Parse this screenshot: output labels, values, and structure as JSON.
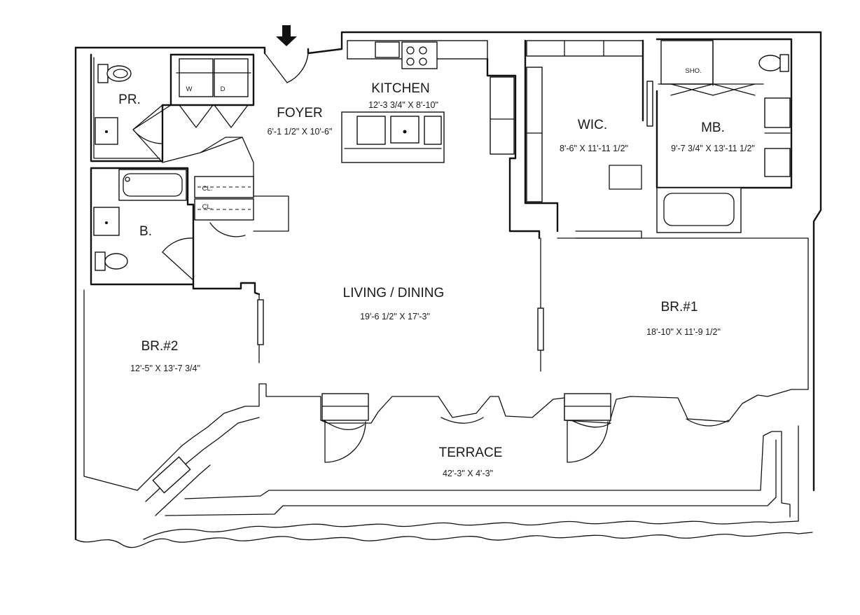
{
  "plan": {
    "rooms": {
      "pr": {
        "name": "PR."
      },
      "foyer": {
        "name": "FOYER",
        "dims": "6'-1 1/2\" X 10'-6\""
      },
      "kitchen": {
        "name": "KITCHEN",
        "dims": "12'-3 3/4\" X 8'-10\""
      },
      "wic": {
        "name": "WIC.",
        "dims": "8'-6\" X 11'-11 1/2\""
      },
      "mb": {
        "name": "MB.",
        "dims": "9'-7 3/4\" X 13'-11 1/2\""
      },
      "b": {
        "name": "B."
      },
      "living": {
        "name": "LIVING / DINING",
        "dims": "19'-6 1/2\" X 17'-3\""
      },
      "br1": {
        "name": "BR.#1",
        "dims": "18'-10\" X 11'-9 1/2\""
      },
      "br2": {
        "name": "BR.#2",
        "dims": "12'-5\" X 13'-7 3/4\""
      },
      "terrace": {
        "name": "TERRACE",
        "dims": "42'-3\" X 4'-3\""
      }
    },
    "fixtures": {
      "washer": "W",
      "dryer": "D",
      "closet_1": "CL.",
      "closet_2": "CL.",
      "shower": "SHO."
    }
  }
}
